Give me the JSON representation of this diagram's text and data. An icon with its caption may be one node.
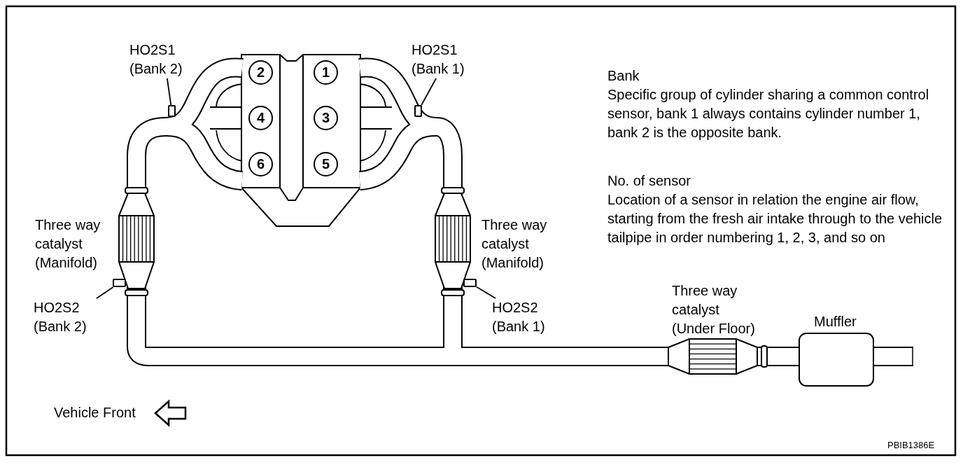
{
  "diagram": {
    "nodes": [
      {
        "text": [
          "2"
        ]
      },
      {
        "text": [
          "1"
        ]
      },
      {
        "text": [
          "4"
        ]
      },
      {
        "text": [
          "3"
        ]
      },
      {
        "text": [
          "6"
        ]
      },
      {
        "text": [
          "5"
        ]
      },
      {
        "text": [
          "HO2S1 (Bank 2)"
        ]
      },
      {
        "text": [],
        "shape": "box"
      },
      {
        "text": [
          "HO2S1 (Bank 1)"
        ]
      },
      {
        "text": [],
        "shape": "box"
      },
      {
        "text": [
          "HO2S2 (Bank 2)"
        ]
      },
      {
        "text": [],
        "shape": "box"
      },
      {
        "text": [
          "HO2S2 (Bank 1)"
        ]
      },
      {
        "text": [],
        "shape": "box"
      }
    ],
    "edges": [
      {
        "from": 6,
        "to": 7,
        "arrow": "none"
      },
      {
        "from": 8,
        "to": 9,
        "arrow": "none"
      },
      {
        "from": 10,
        "to": 11,
        "arrow": "none"
      },
      {
        "from": 12,
        "to": 13,
        "arrow": "none"
      }
    ],
    "labels": [
      "Bank",
      "Specific group of cylinder sharing a common control sensor, bank 1 always contains cylinder number 1, bank 2 is the opposite bank.",
      "No. of sensor",
      "Location of a sensor in relation the engine air flow, starting from the fresh air intake through to the vehicle tailpipe in order numbering 1, 2, 3, and so on",
      "Three way catalyst (Manifold)",
      "Three way catalyst (Manifold)",
      "Three way catalyst (Under Floor)",
      "Muffler",
      "Vehicle Front",
      "PBIB1386E"
    ]
  }
}
